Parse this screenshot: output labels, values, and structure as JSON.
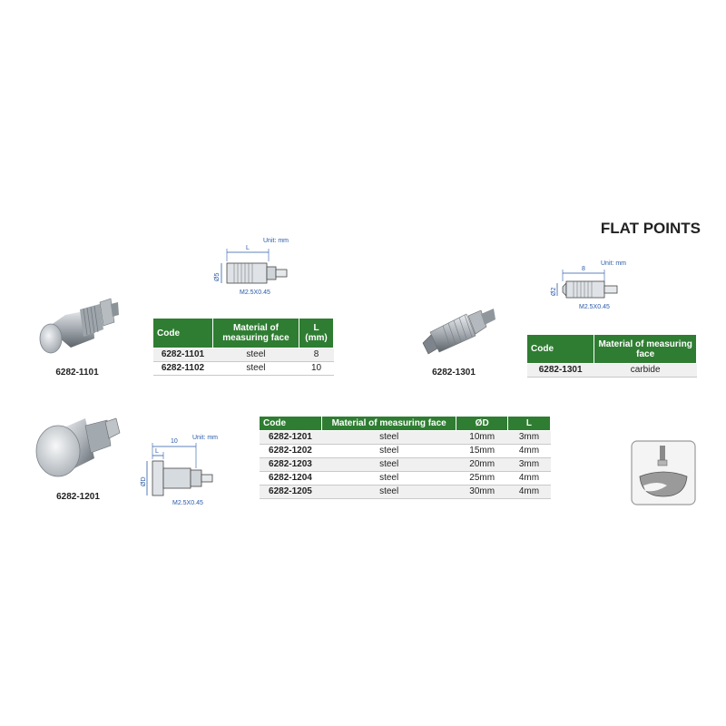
{
  "page": {
    "title": "FLAT POINTS"
  },
  "products": {
    "p1101": {
      "caption": "6282-1101",
      "drawing": {
        "unit": "Unit: mm",
        "dim_length": "L",
        "dim_diameter": "Ø5",
        "thread": "M2.5X0.45"
      },
      "table": {
        "headers": [
          "Code",
          "Material of measuring face",
          "L (mm)"
        ],
        "rows": [
          [
            "6282-1101",
            "steel",
            "8"
          ],
          [
            "6282-1102",
            "steel",
            "10"
          ]
        ]
      }
    },
    "p1301": {
      "caption": "6282-1301",
      "drawing": {
        "unit": "Unit: mm",
        "dim_length": "8",
        "dim_diameter": "Ø2",
        "thread": "M2.5X0.45"
      },
      "table": {
        "headers": [
          "Code",
          "Material of measuring face"
        ],
        "rows": [
          [
            "6282-1301",
            "carbide"
          ]
        ]
      }
    },
    "p1201": {
      "caption": "6282-1201",
      "drawing": {
        "unit": "Unit: mm",
        "dim_length": "10",
        "dim_small": "L",
        "dim_diameter": "ØD",
        "thread": "M2.5X0.45"
      },
      "table": {
        "headers": [
          "Code",
          "Material of measuring face",
          "ØD",
          "L"
        ],
        "rows": [
          [
            "6282-1201",
            "steel",
            "10mm",
            "3mm"
          ],
          [
            "6282-1202",
            "steel",
            "15mm",
            "4mm"
          ],
          [
            "6282-1203",
            "steel",
            "20mm",
            "3mm"
          ],
          [
            "6282-1204",
            "steel",
            "25mm",
            "4mm"
          ],
          [
            "6282-1205",
            "steel",
            "30mm",
            "4mm"
          ]
        ]
      }
    }
  },
  "colors": {
    "header_green": "#2f7d32",
    "dimension_blue": "#2a5aa8"
  },
  "icons": [
    "flat-point-photo",
    "dimension-drawing",
    "application-icon"
  ]
}
